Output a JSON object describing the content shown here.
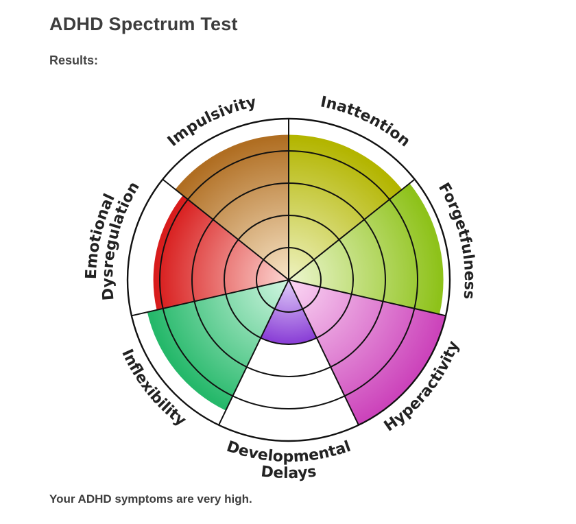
{
  "page": {
    "title": "ADHD Spectrum Test",
    "results_label": "Results:",
    "summary": "Your ADHD symptoms are very high."
  },
  "chart_data": {
    "type": "polar-area",
    "max_level": 5,
    "categories": [
      {
        "key": "inattention",
        "label_lines": [
          "Inattention"
        ],
        "value": 4.5,
        "color": "#b3b500",
        "light": "#eef2c0"
      },
      {
        "key": "forgetfulness",
        "label_lines": [
          "Forgetfulness"
        ],
        "value": 4.8,
        "color": "#8ec21a",
        "light": "#edf7d0"
      },
      {
        "key": "hyperactivity",
        "label_lines": [
          "Hyperactivity"
        ],
        "value": 5.0,
        "color": "#cc44bb",
        "light": "#fbd8f4"
      },
      {
        "key": "developmental-delays",
        "label_lines": [
          "Developmental",
          "Delays"
        ],
        "value": 2.0,
        "color": "#8a3fd6",
        "light": "#e2cffa"
      },
      {
        "key": "inflexibility",
        "label_lines": [
          "Inflexibility"
        ],
        "value": 4.5,
        "color": "#25b86a",
        "light": "#d2f6e2"
      },
      {
        "key": "emotional-dysregulation",
        "label_lines": [
          "Emotional",
          "Dysregulation"
        ],
        "value": 4.2,
        "color": "#d81c1c",
        "light": "#fcd6d2"
      },
      {
        "key": "impulsivity",
        "label_lines": [
          "Impulsivity"
        ],
        "value": 4.5,
        "color": "#b06e22",
        "light": "#f8e5c8"
      }
    ]
  }
}
